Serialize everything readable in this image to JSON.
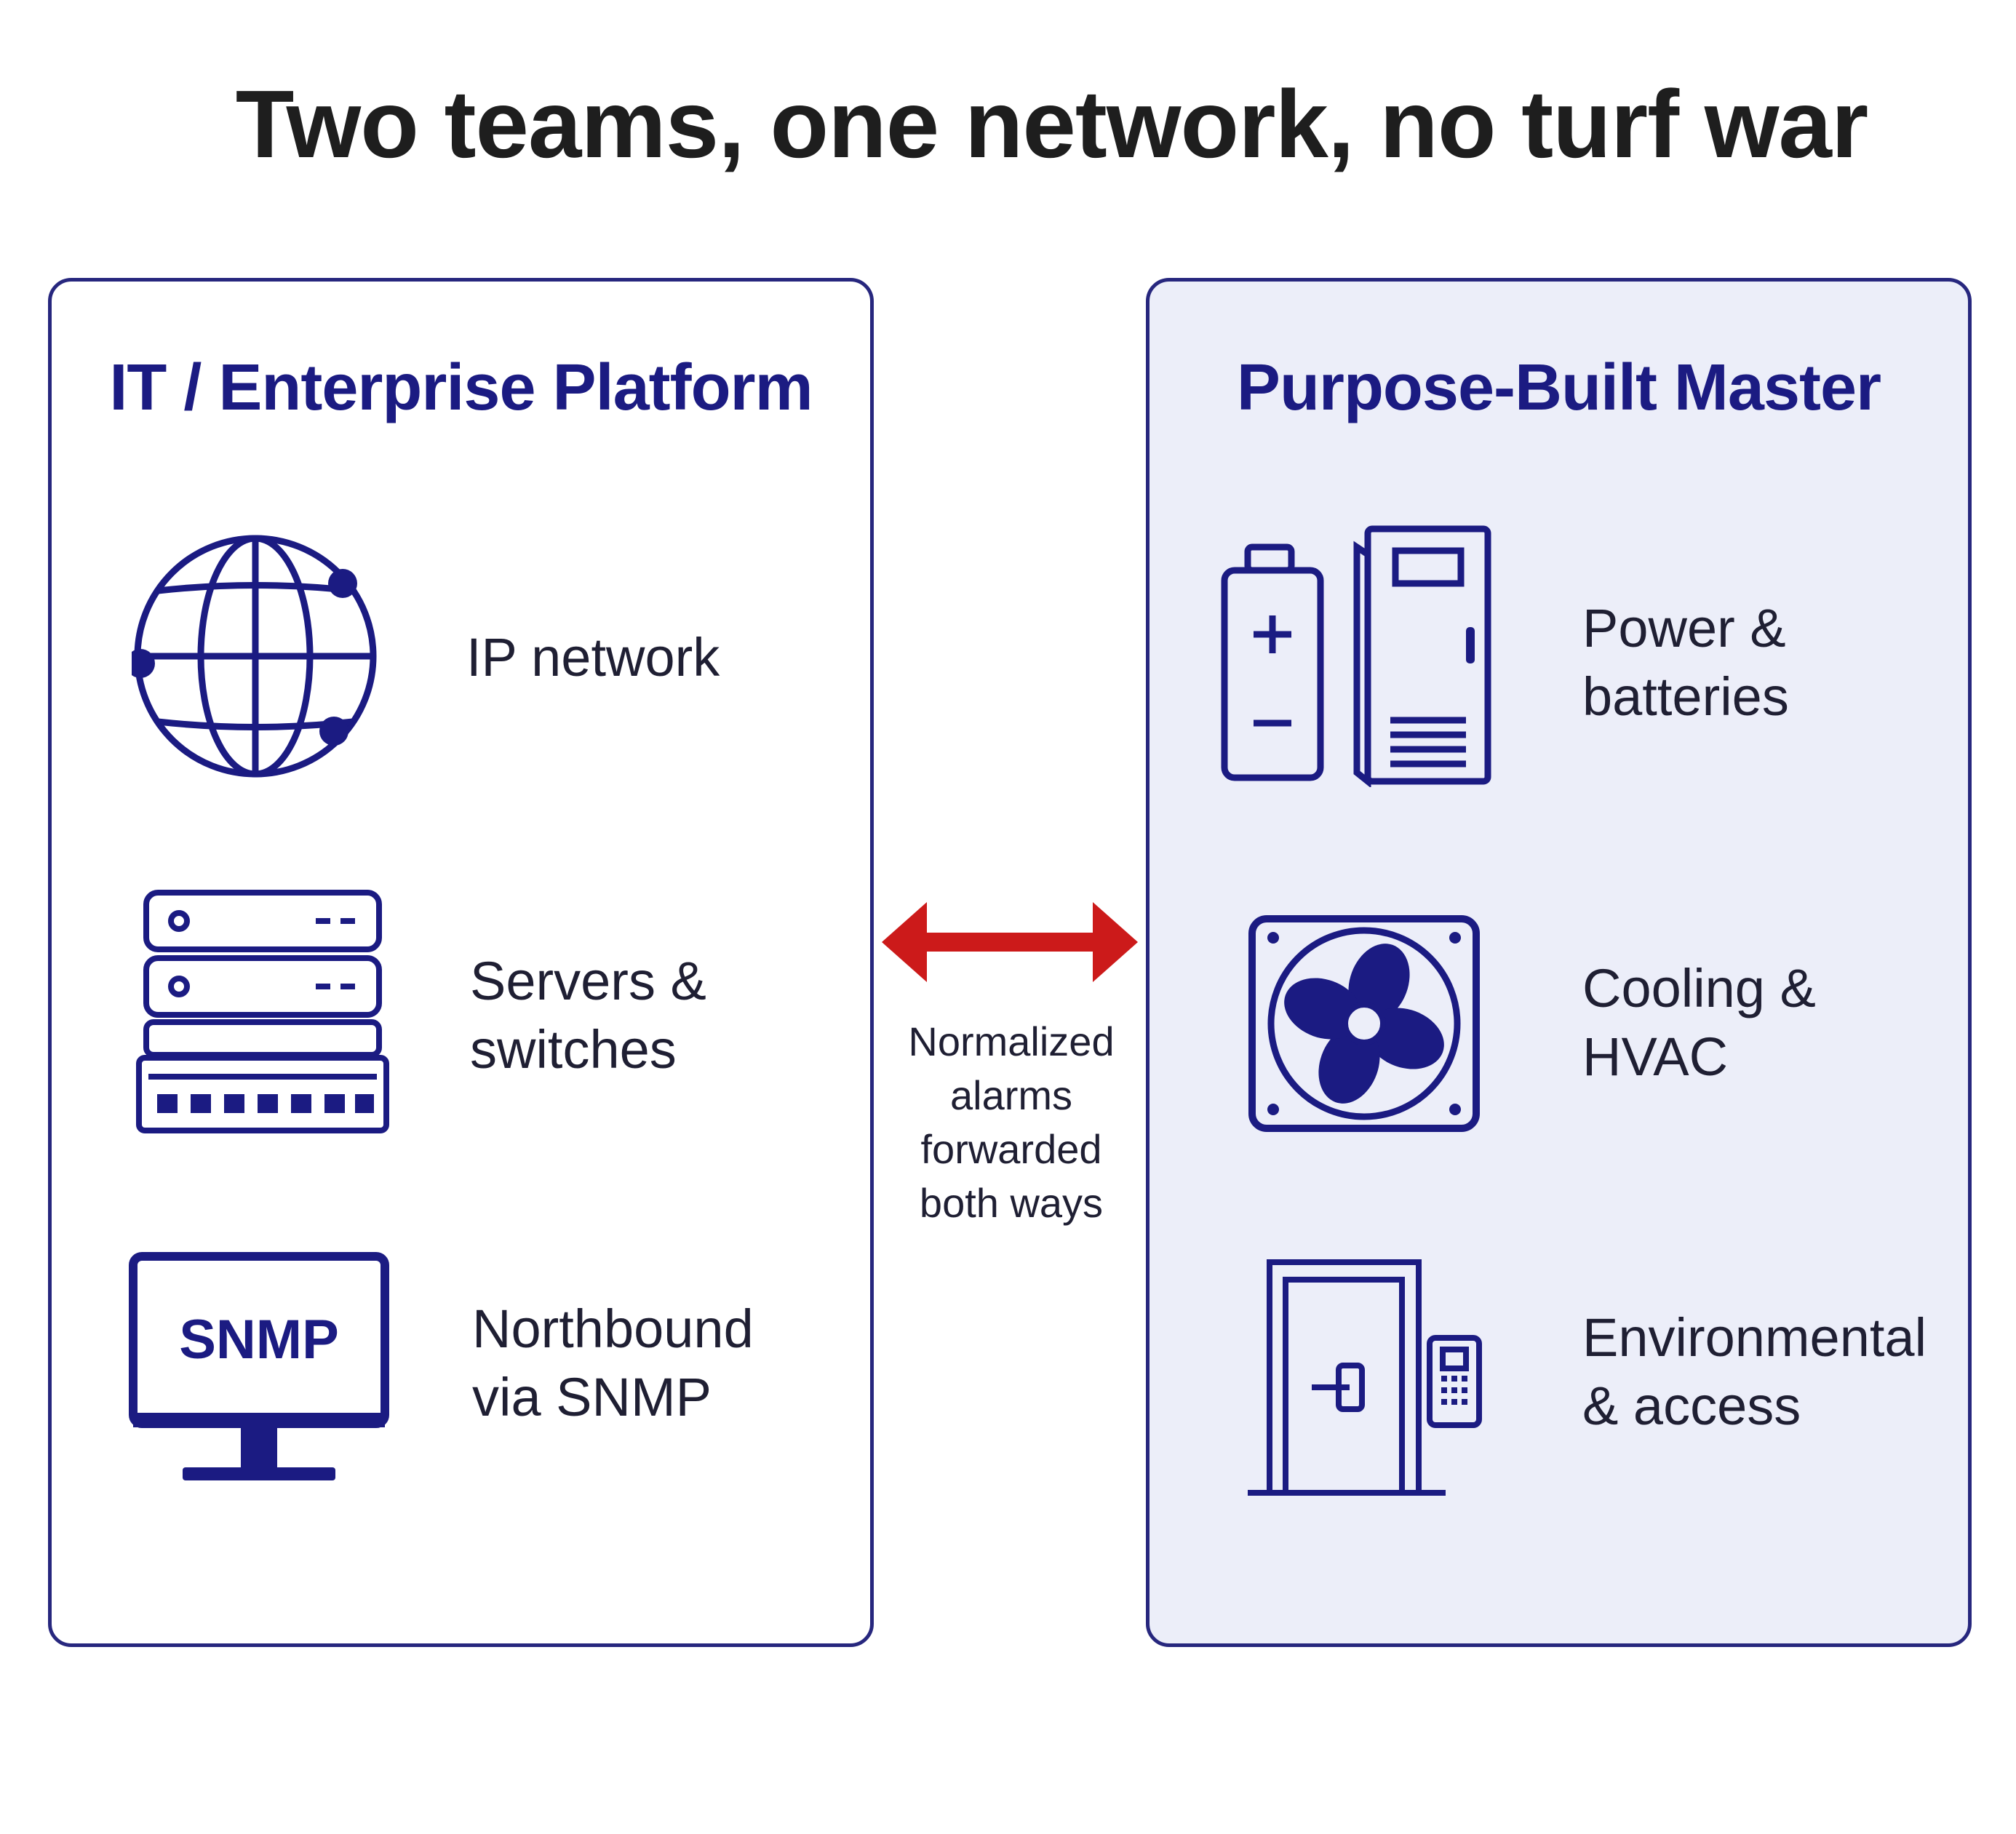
{
  "title": "Two teams, one network, no turf war",
  "colors": {
    "navy": "#1b1b82",
    "panel_border": "#27277e",
    "right_panel_fill": "#eceef9",
    "arrow": "#cc1a1a",
    "text": "#1f1f33"
  },
  "left_panel": {
    "title": "IT / Enterprise Platform",
    "items": [
      {
        "icon": "globe-network-icon",
        "label": "IP network"
      },
      {
        "icon": "server-stack-icon",
        "label": "Servers &\nswitches"
      },
      {
        "icon": "snmp-monitor-icon",
        "icon_text": "SNMP",
        "label": "Northbound\nvia SNMP"
      }
    ]
  },
  "right_panel": {
    "title": "Purpose-Built Master",
    "items": [
      {
        "icon": "battery-ups-icon",
        "label": "Power &\nbatteries"
      },
      {
        "icon": "fan-icon",
        "label": "Cooling &\nHVAC"
      },
      {
        "icon": "door-keypad-icon",
        "label": "Environmental\n& access"
      }
    ]
  },
  "connector": {
    "icon": "double-arrow-icon",
    "label": "Normalized\nalarms\nforwarded\nboth ways"
  }
}
